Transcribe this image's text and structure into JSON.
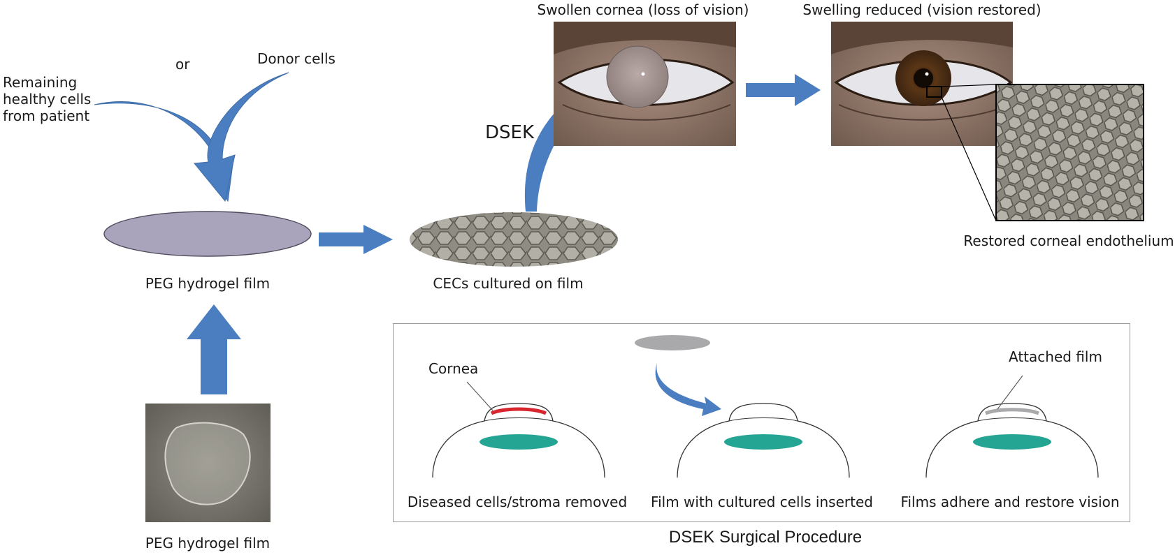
{
  "inputs": {
    "or_label": "or",
    "donor_label": "Donor cells",
    "patient_label": "Remaining healthy cells from patient"
  },
  "film": {
    "label_top": "PEG hydrogel film",
    "label_bottom": "PEG hydrogel film"
  },
  "culture": {
    "label": "CECs cultured on film"
  },
  "dsek": {
    "label": "DSEK"
  },
  "eye_swollen": {
    "label": "Swollen cornea (loss of vision)"
  },
  "eye_restored": {
    "label": "Swelling reduced (vision restored)"
  },
  "endothelium": {
    "label": "Restored corneal endothelium"
  },
  "surgery": {
    "title": "DSEK Surgical Procedure",
    "cornea_label": "Cornea",
    "attached_label": "Attached film",
    "step1": "Diseased cells/stroma removed",
    "step2": "Film with cultured cells inserted",
    "step3": "Films adhere and restore vision"
  },
  "colors": {
    "arrow": "#4a7ec0",
    "film": "#aaa3bc",
    "lens": "#24a594",
    "cornea_removed": "#d8262e",
    "insert_film": "#a9a9ab"
  }
}
